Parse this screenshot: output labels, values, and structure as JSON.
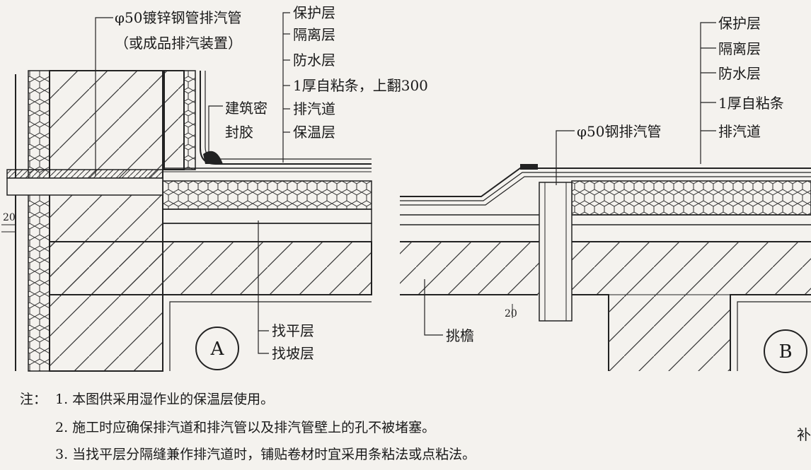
{
  "detail_a": {
    "pipe_label_1": "φ50镀锌钢管排汽管",
    "pipe_label_2": "（或成品排汽装置）",
    "layers": [
      "保护层",
      "隔离层",
      "防水层",
      "1厚自粘条，上翻300",
      "排汽道",
      "保温层"
    ],
    "sealant_1": "建筑密",
    "sealant_2": "封胶",
    "dim": "20",
    "bottom_labels": [
      "找平层",
      "找坡层"
    ],
    "marker": "A"
  },
  "detail_b": {
    "layers": [
      "保护层",
      "隔离层",
      "防水层",
      "1厚自粘条",
      "排汽道"
    ],
    "pipe_label": "φ50钢排汽管",
    "eave_label": "挑檐",
    "dim": "20",
    "marker": "B",
    "edge_char": "补"
  },
  "notes": {
    "prefix": "注：",
    "items": [
      "1. 本图供采用湿作业的保温层使用。",
      "2. 施工时应确保排汽道和排汽管以及排汽管壁上的孔不被堵塞。",
      "3. 当找平层分隔缝兼作排汽道时，铺贴卷材时宜采用条粘法或点粘法。"
    ]
  }
}
